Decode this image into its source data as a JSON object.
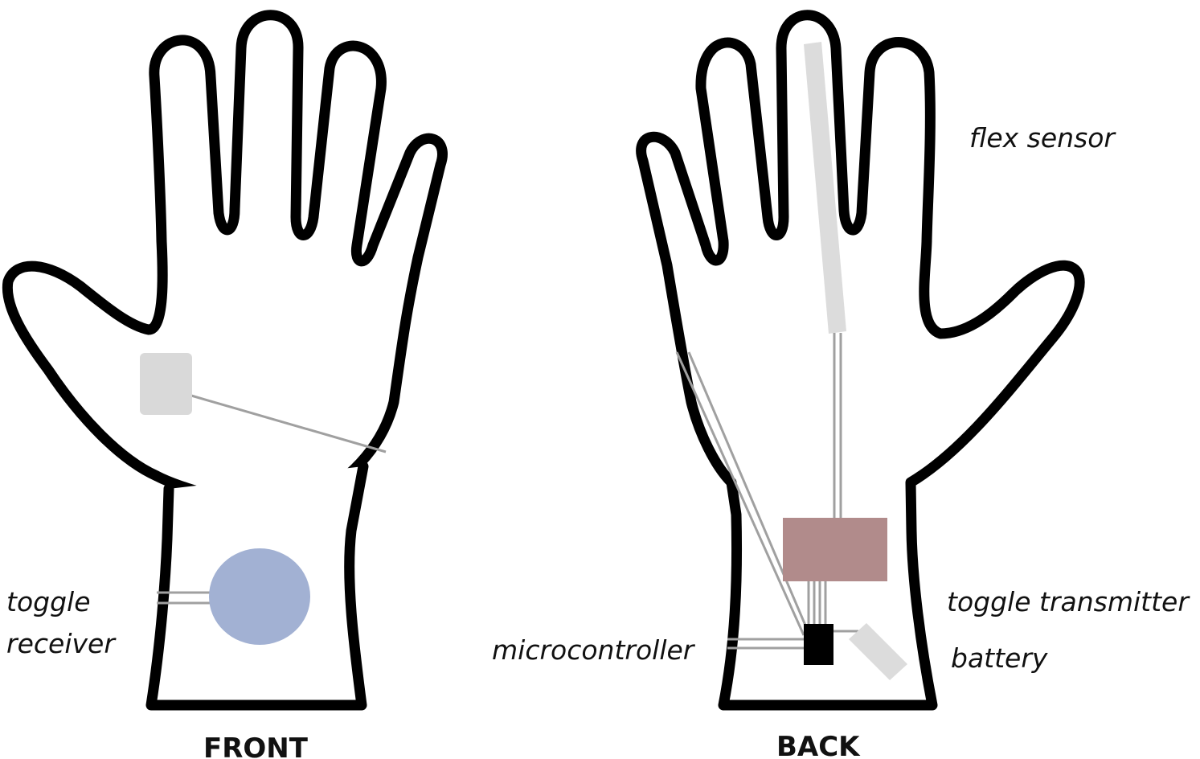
{
  "front": {
    "caption": "FRONT",
    "labels": {
      "toggle_receiver_line1": "toggle",
      "toggle_receiver_line2": "receiver"
    }
  },
  "back": {
    "caption": "BACK",
    "labels": {
      "flex_sensor": "flex sensor",
      "toggle_transmitter": "toggle transmitter",
      "microcontroller": "microcontroller",
      "battery": "battery"
    }
  },
  "colors": {
    "outline": "#000000",
    "wire": "#a0a0a0",
    "pad": "#d9d9d9",
    "receiver": "#a2b1d3",
    "transmitter": "#b18b8b",
    "microcontroller": "#000000",
    "battery": "#dcdcdc",
    "flex_sensor": "#dcdcdc"
  }
}
